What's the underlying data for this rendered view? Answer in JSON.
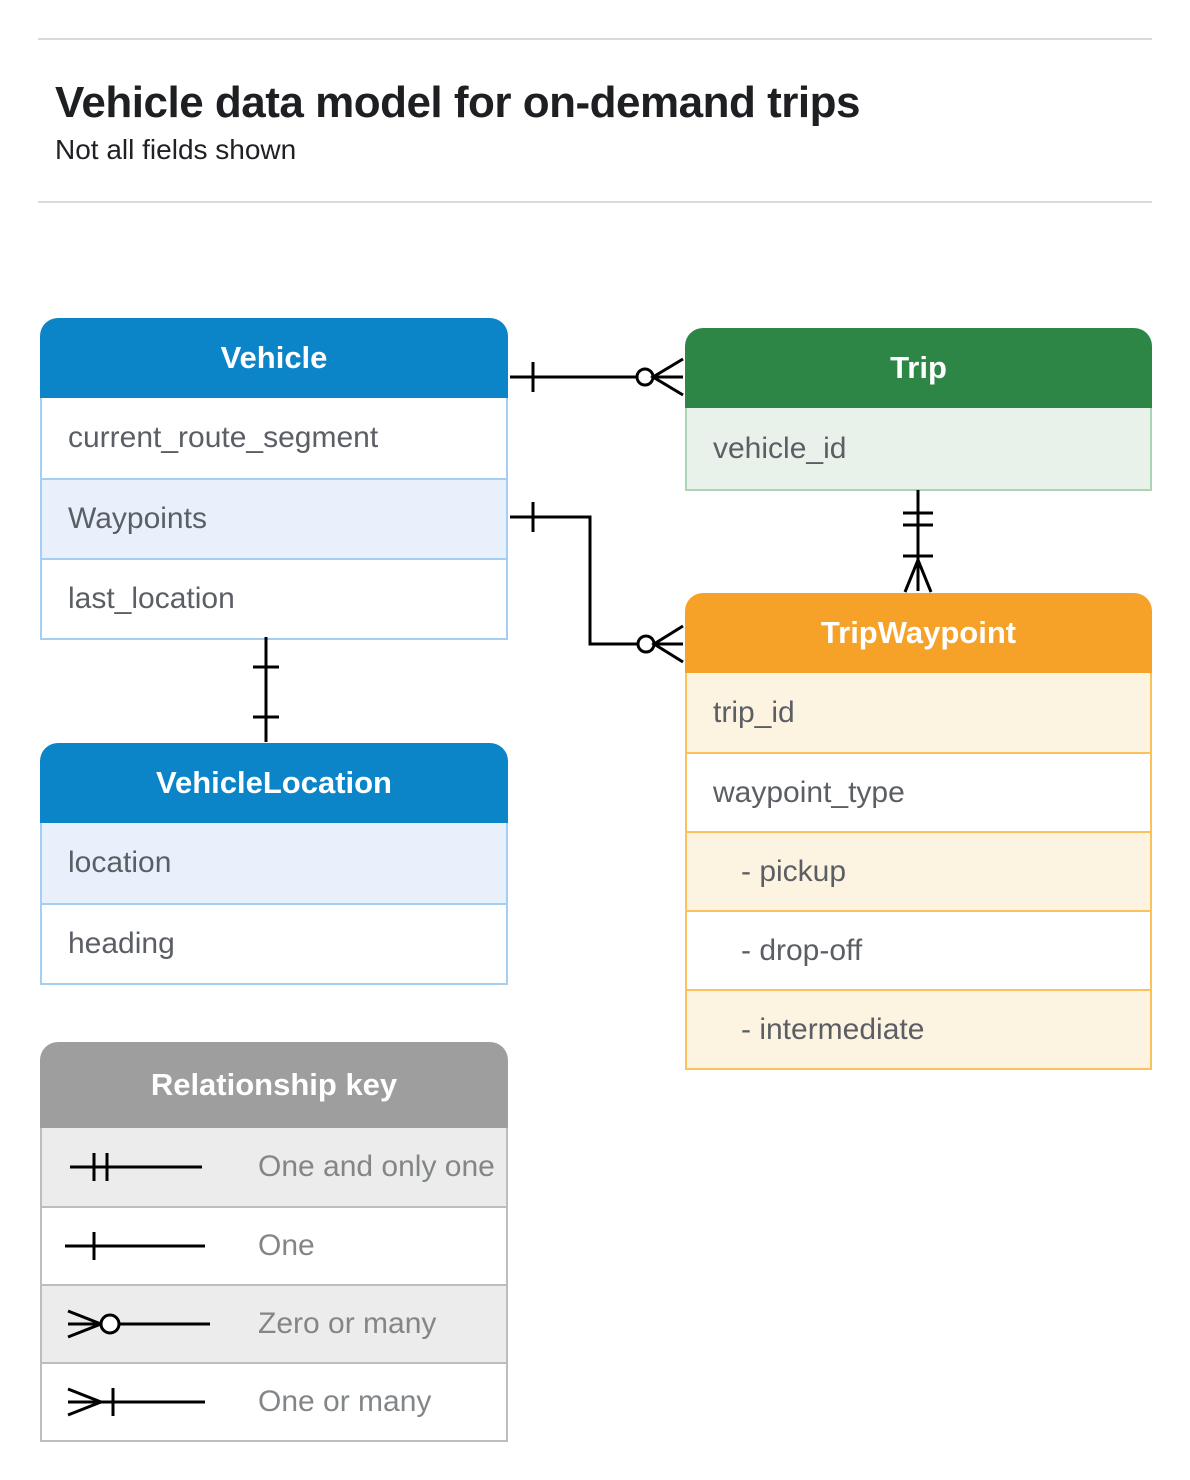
{
  "page": {
    "title": "Vehicle data model for on-demand trips",
    "subtitle": "Not all fields shown"
  },
  "colors": {
    "vehicle_header_blue": "#0b85c8",
    "trip_header_green": "#2e8646",
    "tripwaypoint_header_orange": "#f6a127",
    "legend_header_gray": "#9e9e9e",
    "row_text_gray": "#5b5f65",
    "connector_black": "#000000"
  },
  "entities": {
    "vehicle": {
      "title": "Vehicle",
      "rows": [
        "current_route_segment",
        "Waypoints",
        "last_location"
      ]
    },
    "trip": {
      "title": "Trip",
      "rows": [
        "vehicle_id"
      ]
    },
    "trip_waypoint": {
      "title": "TripWaypoint",
      "rows": [
        "trip_id",
        "waypoint_type",
        "- pickup",
        "- drop-off",
        "- intermediate"
      ]
    },
    "vehicle_location": {
      "title": "VehicleLocation",
      "rows": [
        "location",
        "heading"
      ]
    }
  },
  "legend": {
    "title": "Relationship key",
    "items": [
      "One and only one",
      "One",
      "Zero or many",
      "One or many"
    ]
  },
  "relationships": [
    {
      "from": "Vehicle",
      "to": "Trip",
      "from_end": "one",
      "to_end": "zero or many"
    },
    {
      "from": "Vehicle.Waypoints",
      "to": "TripWaypoint",
      "from_end": "one",
      "to_end": "zero or many"
    },
    {
      "from": "Trip",
      "to": "TripWaypoint",
      "from_end": "one and only one",
      "to_end": "one or many"
    },
    {
      "from": "Vehicle",
      "to": "VehicleLocation",
      "from_end": "one",
      "to_end": "one"
    }
  ]
}
